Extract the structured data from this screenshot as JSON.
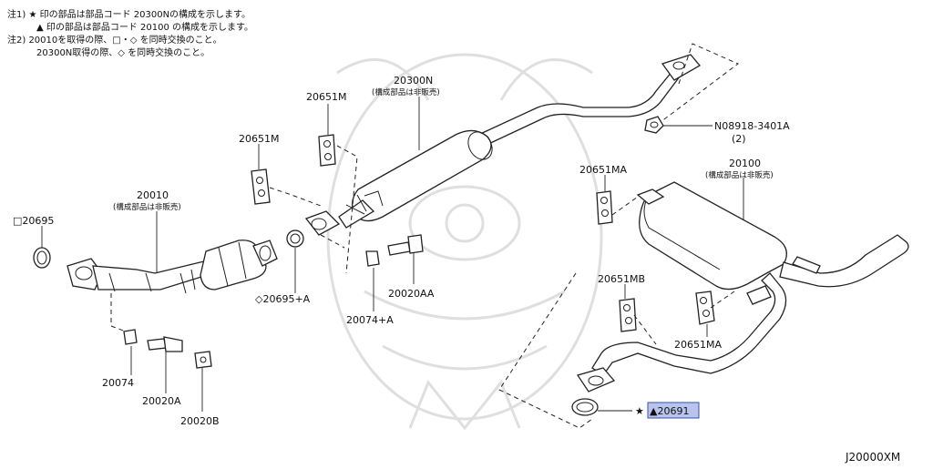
{
  "notes": {
    "line1": "注1) ★ 印の部品は部品コード 20300Nの構成を示します。",
    "line2": "▲ 印の部品は部品コード 20100 の構成を示します。",
    "line3": "注2) 20010を取得の際、□・◇ を同時交換のこと。",
    "line4": "20300N取得の際、◇ を同時交換のこと。"
  },
  "labels": {
    "p20300N": "20300N",
    "p20300N_sub": "(構成部品は非販売)",
    "p20651M_top": "20651M",
    "p20651M_left": "20651M",
    "p08918": "N08918-3401A",
    "p08918_qty": "(2)",
    "p20651MA_top": "20651MA",
    "p20100": "20100",
    "p20100_sub": "(構成部品は非販売)",
    "p20010": "20010",
    "p20010_sub": "(構成部品は非販売)",
    "p20695": "□20695",
    "p20695A": "◇20695+A",
    "p20074A": "20074+A",
    "p20020AA": "20020AA",
    "p20651MB": "20651MB",
    "p20651MA_bottom": "20651MA",
    "p20074": "20074",
    "p20020A": "20020A",
    "p20020B": "20020B",
    "p20691_star": "★",
    "p20691": "▲20691",
    "diagram_code": "J20000XM"
  },
  "colors": {
    "highlight_fill": "#b9c4ee",
    "highlight_border": "#3a4fa8",
    "line": "#222222",
    "watermark": "#dcdcdc"
  }
}
